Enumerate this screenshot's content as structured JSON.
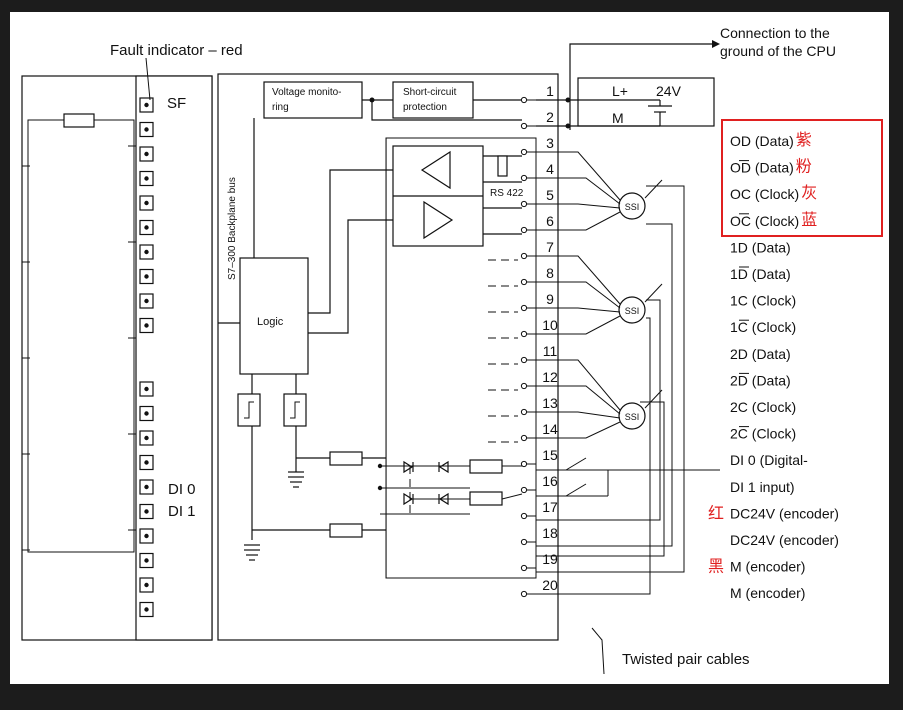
{
  "labels": {
    "fault_indicator": "Fault indicator – red",
    "sf": "SF",
    "di0": "DI 0",
    "di1": "DI 1",
    "voltage_1": "Voltage monito-",
    "voltage_2": "ring",
    "short_1": "Short-circuit",
    "short_2": "protection",
    "backplane": "S7–300 Backplane bus",
    "logic": "Logic",
    "rs422": "RS 422",
    "ssi": "SSI",
    "ground_1": "Connection to the",
    "ground_2": "ground of the CPU",
    "lplus": "L+",
    "v24": "24V",
    "m": "M",
    "twisted": "Twisted pair cables"
  },
  "terminals": [
    "1",
    "2",
    "3",
    "4",
    "5",
    "6",
    "7",
    "8",
    "9",
    "10",
    "11",
    "12",
    "13",
    "14",
    "15",
    "16",
    "17",
    "18",
    "19",
    "20"
  ],
  "signals": [
    {
      "text": "OD (Data)",
      "cn": "紫"
    },
    {
      "text": "OD (Data)",
      "cn": "粉",
      "bar": "D"
    },
    {
      "text": "OC (Clock)",
      "cn": "灰"
    },
    {
      "text": "OC (Clock)",
      "cn": "蓝",
      "bar": "C"
    },
    {
      "text": "1D (Data)"
    },
    {
      "text": "1D (Data)",
      "bar": "D"
    },
    {
      "text": "1C (Clock)"
    },
    {
      "text": "1C (Clock)",
      "bar": "C"
    },
    {
      "text": "2D (Data)"
    },
    {
      "text": "2D (Data)",
      "bar": "D"
    },
    {
      "text": "2C (Clock)"
    },
    {
      "text": "2C (Clock)",
      "bar": "C"
    },
    {
      "text": "DI 0 (Digital-"
    },
    {
      "text": "DI 1 input)"
    },
    {
      "text": "DC24V (encoder)",
      "cn_left": "红"
    },
    {
      "text": "DC24V (encoder)"
    },
    {
      "text": "M (encoder)",
      "cn_left": "黑"
    },
    {
      "text": "M (encoder)"
    }
  ],
  "colors": {
    "highlight_border": "#e02020",
    "annotation": "#e02020",
    "background": "#1c1c1c"
  }
}
